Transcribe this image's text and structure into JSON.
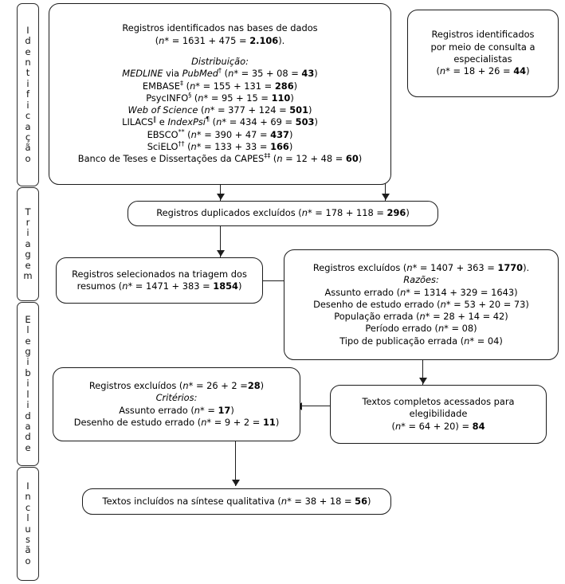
{
  "diagram": {
    "title": "PRISMA flow diagram",
    "language": "pt-BR",
    "stages": [
      {
        "id": "identificacao",
        "label": "I\nd\ne\nn\nt\ni\nf\ni\nc\na\nç\nã\no",
        "plain": "Identificação"
      },
      {
        "id": "triagem",
        "label": "T\nr\ni\na\ng\ne\nm",
        "plain": "Triagem"
      },
      {
        "id": "elegibilidade",
        "label": "E\nl\ne\ng\ni\nb\ni\nl\ni\nd\na\nd\ne",
        "plain": "Elegibilidade"
      },
      {
        "id": "inclusao",
        "label": "I\nn\nc\nl\nu\ns\nã\no",
        "plain": "Inclusão"
      }
    ],
    "nodes": {
      "databases": {
        "name": "registros-identificados-bases",
        "heading": "Registros identificados nas bases de dados",
        "heading_count": "(n* = 1631 + 475 = 2.106).",
        "subheading": "Distribuição:",
        "sources": [
          {
            "label": "MEDLINE via PubMed",
            "marker": "†",
            "count": "(n* = 35 + 08 = 43)",
            "total": "43"
          },
          {
            "label": "EMBASE",
            "marker": "‡",
            "count": "(n* = 155 + 131 = 286)",
            "total": "286"
          },
          {
            "label": "PsycINFO",
            "marker": "§",
            "count": "(n* = 95 + 15 = 110)",
            "total": "110"
          },
          {
            "label": "Web of Science",
            "marker": "",
            "count": "(n* = 377 + 124 = 501)",
            "total": "501"
          },
          {
            "label": "LILACS‖ e IndexPsi¶",
            "marker": "",
            "count": "(n* = 434 + 69 = 503)",
            "total": "503"
          },
          {
            "label": "EBSCO",
            "marker": "**",
            "count": "(n* = 390 + 47 = 437)",
            "total": "437"
          },
          {
            "label": "SciELO",
            "marker": "††",
            "count": "(n* = 133 + 33 = 166)",
            "total": "166"
          },
          {
            "label": "Banco de Teses e Dissertações da CAPES",
            "marker": "‡‡",
            "count": "(n = 12 + 48 = 60)",
            "total": "60"
          }
        ]
      },
      "experts": {
        "name": "registros-identificados-especialistas",
        "lines": [
          "Registros identificados",
          "por meio de consulta a",
          "especialistas"
        ],
        "count": "(n* = 18 + 26 = 44)",
        "total": "44"
      },
      "duplicates": {
        "name": "registros-duplicados-excluidos",
        "text": "Registros duplicados excluídos (n* = 178 + 118 = 296)",
        "total": "296"
      },
      "screened": {
        "name": "registros-selecionados-triagem",
        "line1": "Registros selecionados na triagem dos",
        "line2": "resumos (n* = 1471 + 383 = 1854)",
        "total": "1854"
      },
      "excluded_screening": {
        "name": "registros-excluidos-triagem",
        "heading": "Registros excluídos (n* = 1407 + 363 = 1770).",
        "total": "1770",
        "subheading": "Razões:",
        "reasons": [
          "Assunto errado (n* = 1314 + 329 = 1643)",
          "Desenho de estudo errado (n* = 53 + 20 = 73)",
          "População errada (n* = 28 + 14 = 42)",
          "Período errado (n* = 08)",
          "Tipo de publicação errada (n* = 04)"
        ]
      },
      "excluded_eligibility": {
        "name": "registros-excluidos-elegibilidade",
        "heading": "Registros excluídos (n* = 26 + 2 =28)",
        "total": "28",
        "subheading": "Critérios:",
        "reasons": [
          "Assunto errado (n* = 17)",
          "Desenho de estudo errado (n* = 9 + 2 = 11)"
        ]
      },
      "fulltext": {
        "name": "textos-completos-elegibilidade",
        "line1": "Textos completos acessados para",
        "line2": "elegibilidade",
        "count": "(n* = 64 + 20) = 84",
        "total": "84"
      },
      "included": {
        "name": "textos-incluidos-sintese",
        "text": "Textos incluídos na síntese qualitativa (n* = 38 + 18 = 56)",
        "total": "56"
      }
    }
  }
}
